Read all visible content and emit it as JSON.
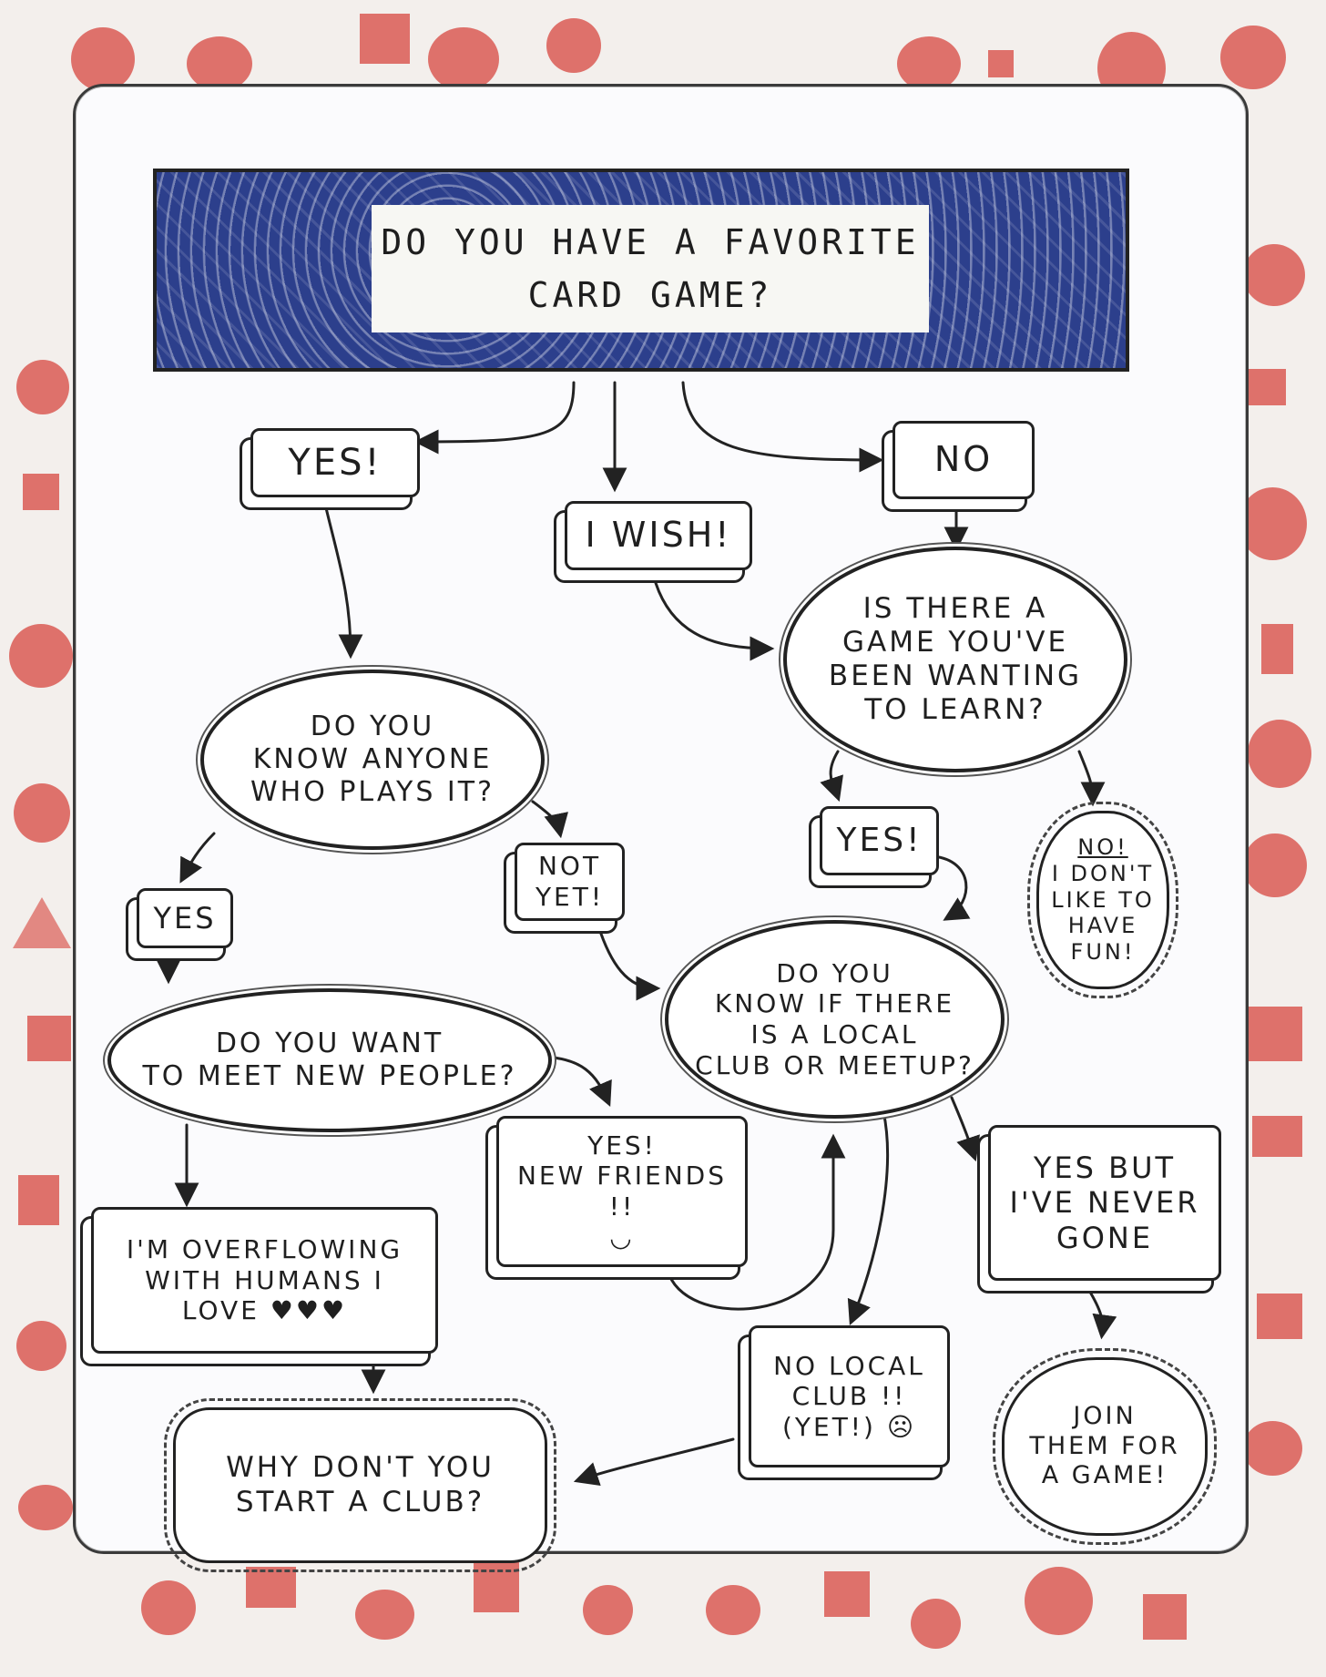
{
  "title": {
    "line1": "DO YOU HAVE A FAVORITE",
    "line2": "CARD GAME?"
  },
  "nodes": {
    "yes_top": "YES!",
    "i_wish": "I WISH!",
    "no_top": "NO",
    "know_anyone": {
      "l1": "DO YOU",
      "l2": "KNOW ANYONE",
      "l3": "WHO PLAYS IT?"
    },
    "game_learn": {
      "l1": "IS THERE A",
      "l2": "GAME YOU'VE",
      "l3": "BEEN WANTING",
      "l4": "TO LEARN?"
    },
    "yes_learn": "YES!",
    "no_fun": {
      "l1": "NO!",
      "l2": "I DON'T",
      "l3": "LIKE TO",
      "l4": "HAVE",
      "l5": "FUN!"
    },
    "yes_know": "YES",
    "not_yet": {
      "l1": "NOT",
      "l2": "YET!"
    },
    "local_club": {
      "l1": "DO YOU",
      "l2": "KNOW IF THERE",
      "l3": "IS A LOCAL",
      "l4": "CLUB OR MEETUP?"
    },
    "meet_people": {
      "l1": "DO YOU WANT",
      "l2": "TO MEET NEW PEOPLE?"
    },
    "new_friends": {
      "l1": "YES!",
      "l2": "NEW FRIENDS",
      "l3": "!!",
      "l4": "◡"
    },
    "yes_never": {
      "l1": "YES BUT",
      "l2": "I'VE NEVER",
      "l3": "GONE"
    },
    "overflowing": {
      "l1": "I'M OVERFLOWING",
      "l2": "WITH HUMANS I",
      "l3": "LOVE ♥♥♥"
    },
    "no_local": {
      "l1": "NO LOCAL",
      "l2": "CLUB !!",
      "l3": "(YET!) ☹"
    },
    "start_club": {
      "l1": "WHY DON'T YOU",
      "l2": "START A CLUB?"
    },
    "join_them": {
      "l1": "JOIN",
      "l2": "THEM FOR",
      "l3": "A GAME!"
    }
  },
  "colors": {
    "stamp": "#d9554e",
    "banner": "#2c3f8c",
    "ink": "#222222"
  }
}
